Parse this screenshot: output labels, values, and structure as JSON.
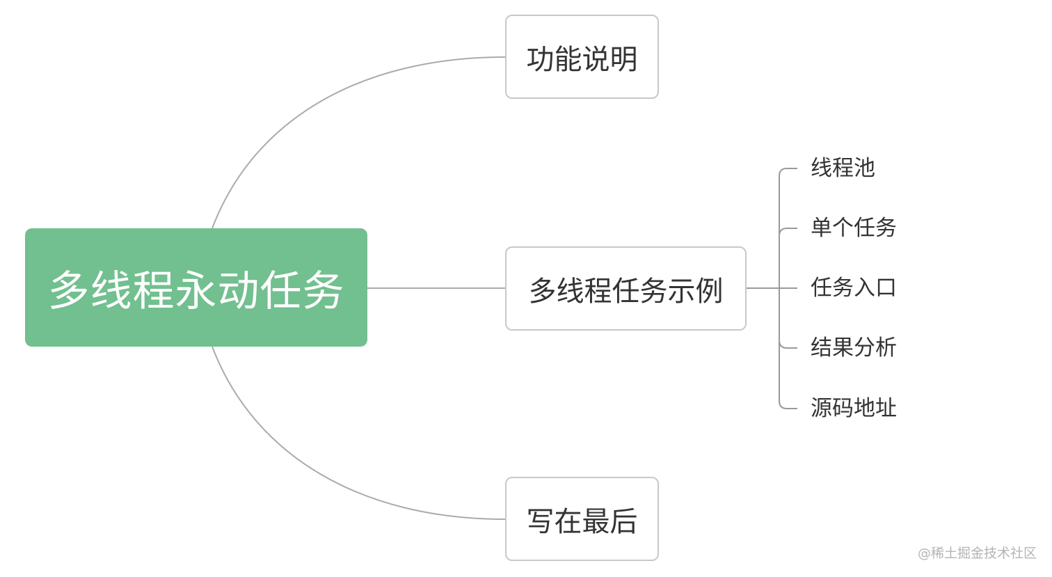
{
  "root": {
    "label": "多线程永动任务"
  },
  "branches": [
    {
      "label": "功能说明"
    },
    {
      "label": "多线程任务示例"
    },
    {
      "label": "写在最后"
    }
  ],
  "sub_topics": [
    {
      "label": "线程池"
    },
    {
      "label": "单个任务"
    },
    {
      "label": "任务入口"
    },
    {
      "label": "结果分析"
    },
    {
      "label": "源码地址"
    }
  ],
  "watermark": "@稀土掘金技术社区",
  "colors": {
    "root_fill": "#72bf8f",
    "root_text": "#ffffff",
    "branch_border": "#c8c8c8",
    "connector": "#aaaaaa",
    "text": "#333333",
    "watermark": "#b4b4b4"
  }
}
